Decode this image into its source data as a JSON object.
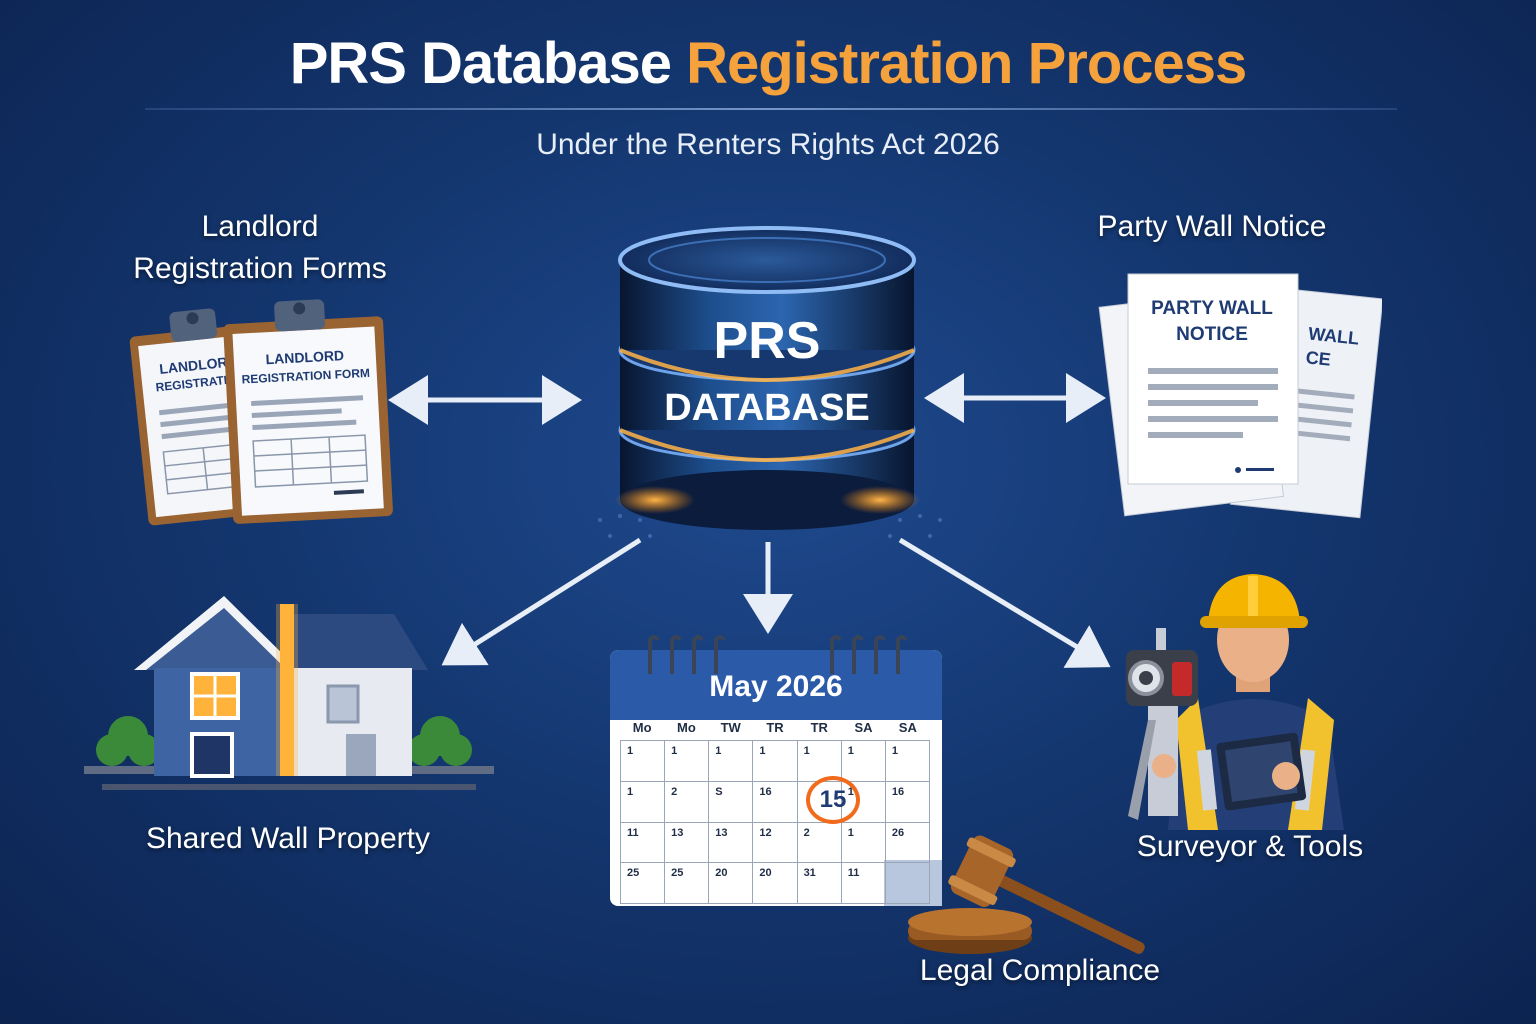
{
  "header": {
    "title_part1": "PRS Database",
    "title_part2": "Registration Process",
    "subtitle": "Under the Renters Rights Act 2026"
  },
  "nodes": {
    "landlord": {
      "label_line1": "Landlord",
      "label_line2": "Registration Forms",
      "doc_back_line1": "LANDLORD",
      "doc_back_line2": "REGISTRATION",
      "doc_front_line1": "LANDLORD",
      "doc_front_line2": "REGISTRATION FORM"
    },
    "database": {
      "line1": "PRS",
      "line2": "DATABASE"
    },
    "party_wall": {
      "label": "Party Wall Notice",
      "doc_front_line1": "PARTY WALL",
      "doc_front_line2": "NOTICE",
      "doc_back_line1": "WALL",
      "doc_back_line2": "CE"
    },
    "shared_wall": {
      "label": "Shared Wall Property"
    },
    "calendar": {
      "month": "May 2026",
      "days": [
        "Mo",
        "Mo",
        "TW",
        "TR",
        "TR",
        "SA",
        "SA"
      ],
      "rows": [
        [
          "1",
          "1",
          "1",
          "1",
          "1",
          "1",
          "1"
        ],
        [
          "1",
          "2",
          "S",
          "16",
          "",
          "1",
          "16"
        ],
        [
          "11",
          "13",
          "13",
          "12",
          "2",
          "1",
          "26"
        ],
        [
          "25",
          "25",
          "20",
          "20",
          "31",
          "11",
          ""
        ]
      ],
      "highlight": "15"
    },
    "surveyor": {
      "label": "Surveyor & Tools"
    },
    "legal": {
      "label": "Legal Compliance"
    }
  },
  "colors": {
    "accent_orange": "#f5a13c",
    "background": "#143770",
    "calendar_blue": "#2a5aa8"
  }
}
